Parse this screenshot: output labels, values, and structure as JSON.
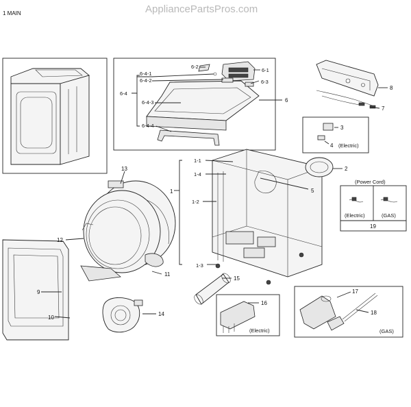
{
  "watermark": "AppliancePartsPros.com",
  "diagram_title": "1 MAIN",
  "callouts": {
    "c1": "1",
    "c1_1": "1-1",
    "c1_2": "1-2",
    "c1_3": "1-3",
    "c1_4": "1-4",
    "c2": "2",
    "c3": "3",
    "c4": "4",
    "c5": "5",
    "c6": "6",
    "c6_1": "6-1",
    "c6_2": "6-2",
    "c6_3": "6-3",
    "c6_4": "6-4",
    "c6_4_1": "6-4-1",
    "c6_4_2": "6-4-2",
    "c6_4_3": "6-4-3",
    "c6_4_4": "6-4-4",
    "c7": "7",
    "c8": "8",
    "c9": "9",
    "c10": "10",
    "c11": "11",
    "c12": "12",
    "c13": "13",
    "c14": "14",
    "c15": "15",
    "c16": "16",
    "c17": "17",
    "c18": "18",
    "c19": "19"
  },
  "notes": {
    "electric_3_4": "(Electric)",
    "power_cord": "(Power Cord)",
    "electric_19": "(Electric)",
    "gas_19": "(GAS)",
    "electric_16": "(Electric)",
    "gas_17_18": "(GAS)"
  }
}
